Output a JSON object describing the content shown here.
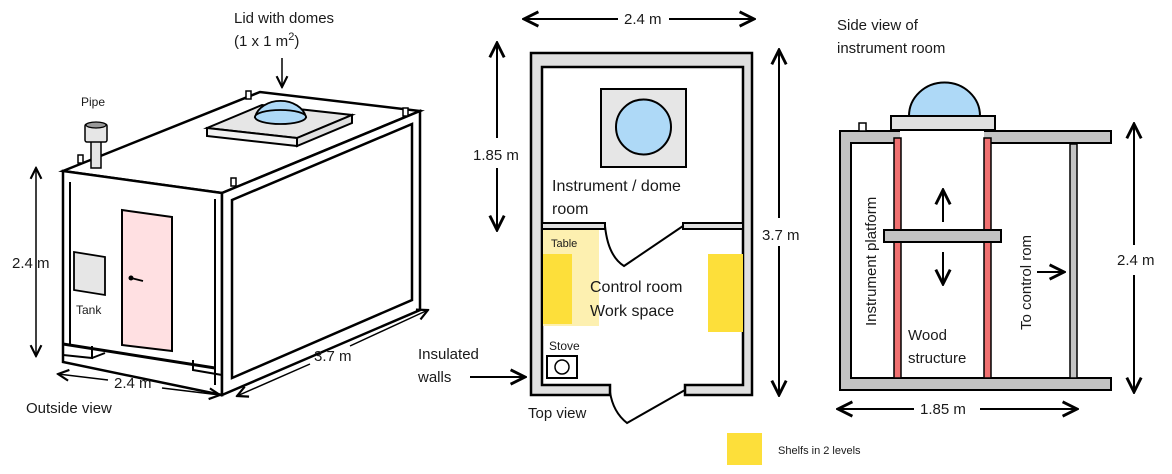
{
  "colors": {
    "dome": "#aed9f7",
    "lid": "#e6e6e6",
    "wall": "#e0e0e0",
    "side_wall": "#c3c3c3",
    "door": "#ffe0e2",
    "wood": "#f07070",
    "shelf": "#fddf3a",
    "table": "#fdf0b0",
    "ink": "#000000"
  },
  "outside_view": {
    "title": "Outside view",
    "lid_label_line1": "Lid with domes",
    "lid_label_line2": "(1 x 1 m",
    "lid_label_sup": "2",
    "lid_label_close": ")",
    "pipe_label": "Pipe",
    "tank_label": "Tank",
    "height_dim": "2.4 m",
    "width_dim": "2.4 m",
    "length_dim": "3.7 m"
  },
  "top_view": {
    "title": "Top view",
    "width_dim": "2.4 m",
    "instrument_room_dim": "1.85 m",
    "length_dim": "3.7 m",
    "instrument_room_label_line1": "Instrument / dome",
    "instrument_room_label_line2": "room",
    "table_label": "Table",
    "control_room_line1": "Control room",
    "control_room_line2": "Work space",
    "stove_label": "Stove",
    "insulated_walls_line1": "Insulated",
    "insulated_walls_line2": "walls"
  },
  "side_view": {
    "title_line1": "Side view of",
    "title_line2": "instrument room",
    "platform_label": "Instrument platform",
    "wood_label_line1": "Wood",
    "wood_label_line2": "structure",
    "to_control_label": "To control rom",
    "height_dim": "2.4 m",
    "width_dim": "1.85 m"
  },
  "legend": {
    "shelf_label": "Shelfs in 2 levels"
  }
}
